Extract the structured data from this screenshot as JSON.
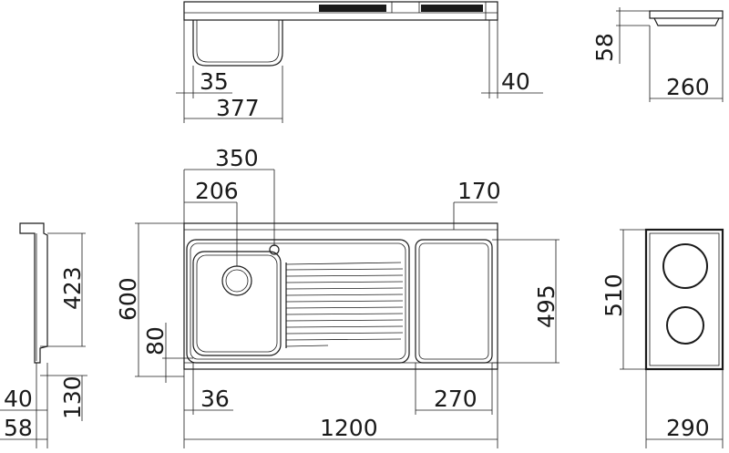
{
  "drawing": {
    "dims": {
      "top_sink_basin_wall": "35",
      "top_sink_basin_width": "377",
      "top_drainer_depth": "40",
      "hob_side_height": "58",
      "hob_side_width": "260",
      "plan_basin_reach": "350",
      "plan_basin_width": "206",
      "plan_cutting_board": "170",
      "plan_overall_depth": "600",
      "plan_inner_depth": "495",
      "plan_drain_offset": "80",
      "plan_edge": "36",
      "plan_board_width": "270",
      "plan_overall_length": "1200",
      "side_height": "423",
      "side_40": "40",
      "side_130": "130",
      "side_58": "58",
      "hob_depth": "510",
      "hob_width": "290"
    }
  }
}
